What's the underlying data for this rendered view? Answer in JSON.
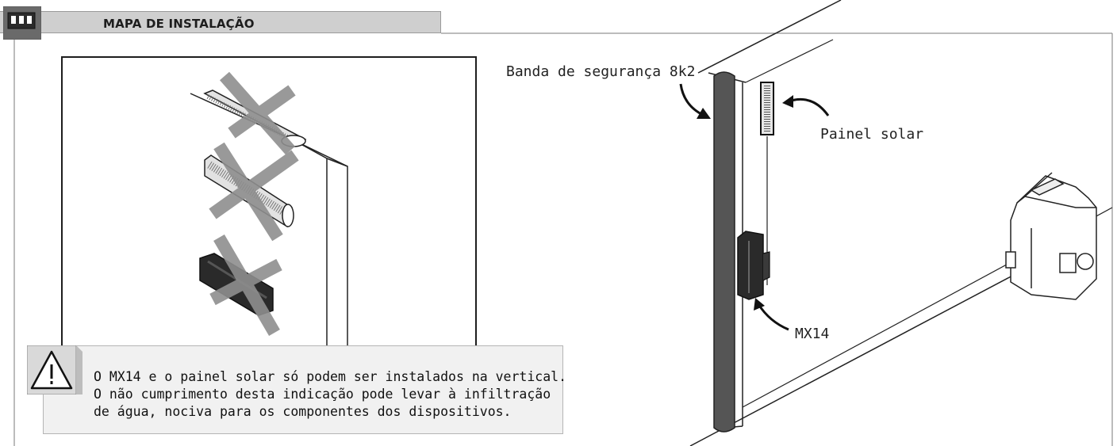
{
  "header": {
    "title": "MAPA DE INSTALAÇÃO",
    "icon": "dip-switch-icon"
  },
  "labels": {
    "safety_edge": "Banda de segurança 8k2",
    "solar_panel": "Painel solar",
    "receiver": "MX14"
  },
  "warning": {
    "icon": "warning-triangle-icon",
    "lines": [
      "O MX14 e o painel solar só podem ser instalados na vertical.",
      "O não cumprimento desta indicação pode levar à infiltração",
      "de água, nociva para os componentes dos  dispositivos."
    ]
  },
  "colors": {
    "header_bg": "#cfcfcf",
    "cross": "#8e8e8e",
    "safety_edge": "#555555",
    "warning_bg": "#f1f1f1"
  }
}
